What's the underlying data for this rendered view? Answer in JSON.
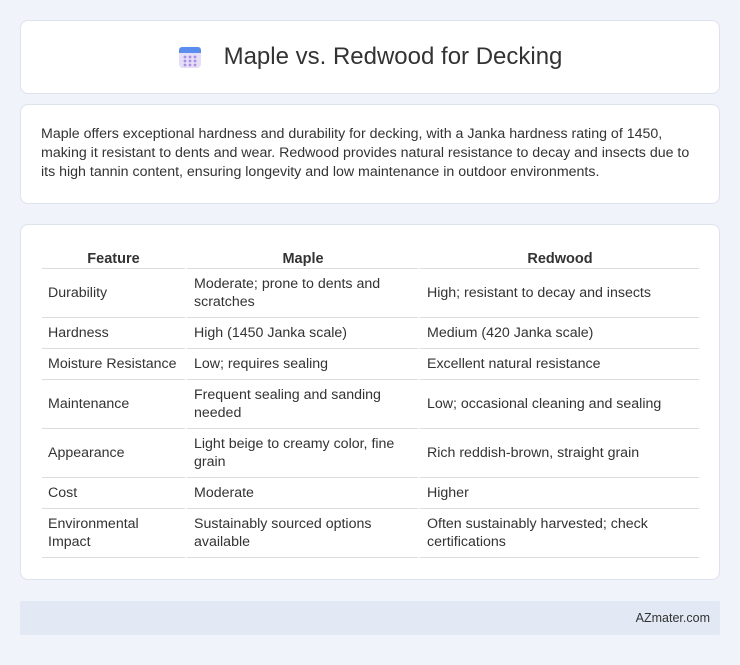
{
  "header": {
    "title": "Maple vs. Redwood for Decking",
    "icon": "calendar-icon"
  },
  "intro": {
    "text": "Maple offers exceptional hardness and durability for decking, with a Janka hardness rating of 1450, making it resistant to dents and wear. Redwood provides natural resistance to decay and insects due to its high tannin content, ensuring longevity and low maintenance in outdoor environments."
  },
  "table": {
    "headers": [
      "Feature",
      "Maple",
      "Redwood"
    ],
    "rows": [
      [
        "Durability",
        "Moderate; prone to dents and scratches",
        "High; resistant to decay and insects"
      ],
      [
        "Hardness",
        "High (1450 Janka scale)",
        "Medium (420 Janka scale)"
      ],
      [
        "Moisture Resistance",
        "Low; requires sealing",
        "Excellent natural resistance"
      ],
      [
        "Maintenance",
        "Frequent sealing and sanding needed",
        "Low; occasional cleaning and sealing"
      ],
      [
        "Appearance",
        "Light beige to creamy color, fine grain",
        "Rich reddish-brown, straight grain"
      ],
      [
        "Cost",
        "Moderate",
        "Higher"
      ],
      [
        "Environmental Impact",
        "Sustainably sourced options available",
        "Often sustainably harvested; check certifications"
      ]
    ]
  },
  "footer": {
    "brand": "AZmater.com"
  },
  "colors": {
    "background": "#f0f3f9",
    "card": "#ffffff",
    "footer": "#e3e9f4",
    "icon_top": "#5b8def",
    "icon_body": "#e6ddf7"
  }
}
